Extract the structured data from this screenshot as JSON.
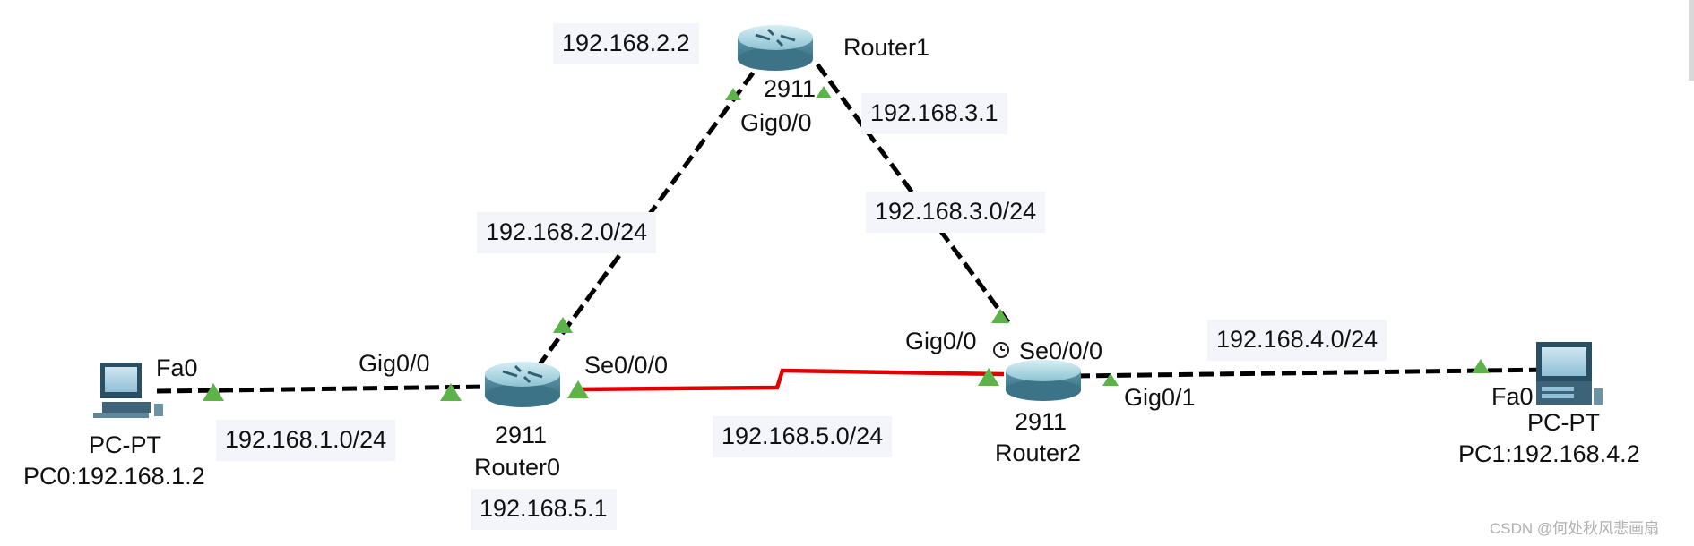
{
  "devices": {
    "router0": {
      "model": "2911",
      "name": "Router0"
    },
    "router1": {
      "model": "2911",
      "name": "Router1"
    },
    "router2": {
      "model": "2911",
      "name": "Router2"
    },
    "pc0": {
      "type": "PC-PT",
      "name": "PC0:192.168.1.2"
    },
    "pc1": {
      "type": "PC-PT",
      "name": "PC1:192.168.4.2"
    }
  },
  "interfaces": {
    "pc0_fa0": "Fa0",
    "r0_gig00": "Gig0/0",
    "r0_se000": "Se0/0/0",
    "r1_gig00": "Gig0/0",
    "r2_gig00": "Gig0/0",
    "r2_se000": "Se0/0/0",
    "r2_gig01": "Gig0/1",
    "pc1_fa0": "Fa0"
  },
  "networks": {
    "net1": "192.168.1.0/24",
    "net2": "192.168.2.0/24",
    "net3": "192.168.3.0/24",
    "net4": "192.168.4.0/24",
    "net5": "192.168.5.0/24"
  },
  "addresses": {
    "r1_left": "192.168.2.2",
    "r1_right": "192.168.3.1",
    "r0_serial": "192.168.5.1"
  },
  "watermark": "CSDN @何处秋风悲画扇",
  "colors": {
    "ethernet_link": "#000000",
    "serial_link": "#e00000",
    "link_up": "#5db34a",
    "label_box": "#f3f5fb",
    "router_body": "#6fa7b8"
  }
}
